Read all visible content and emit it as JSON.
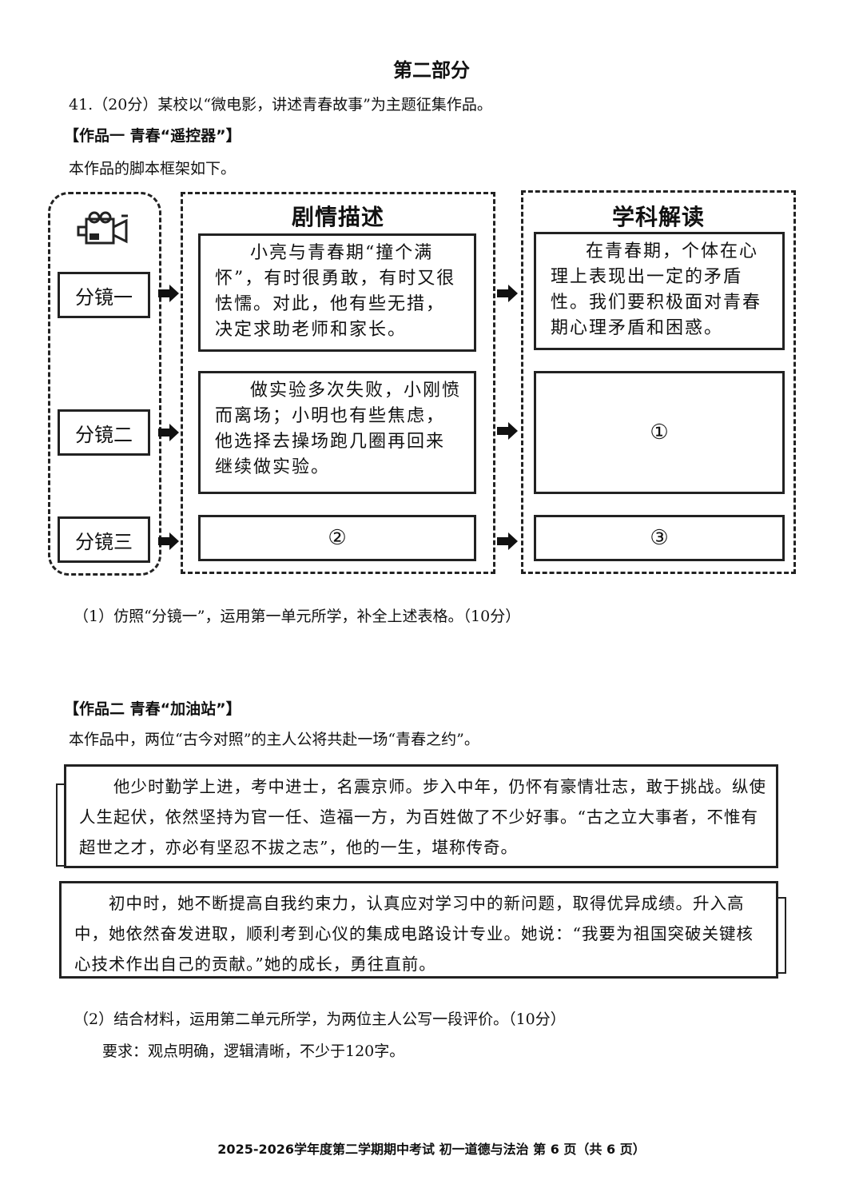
{
  "section_title": "第二部分",
  "question": {
    "stem": "41.（20分）某校以“微电影，讲述青春故事”为主题征集作品。"
  },
  "work1": {
    "title": "【作品一  青春“遥控器”】",
    "intro": "本作品的脚本框架如下。",
    "camera_icon": "video-camera-icon",
    "columns": {
      "plot": "剧情描述",
      "analysis": "学科解读"
    },
    "scenes": [
      {
        "label": "分镜一",
        "plot": "小亮与青春期“撞个满怀”，有时很勇敢，有时又很怯懦。对此，他有些无措，决定求助老师和家长。",
        "analysis": "在青春期，个体在心理上表现出一定的矛盾性。我们要积极面对青春期心理矛盾和困惑。"
      },
      {
        "label": "分镜二",
        "plot": "做实验多次失败，小刚愤而离场；小明也有些焦虑，他选择去操场跑几圈再回来继续做实验。",
        "analysis": "①"
      },
      {
        "label": "分镜三",
        "plot": "②",
        "analysis": "③"
      }
    ],
    "sub_question": "（1）仿照“分镜一”，运用第一单元所学，补全上述表格。（10分）"
  },
  "work2": {
    "title": "【作品二  青春“加油站”】",
    "intro": "本作品中，两位“古今对照”的主人公将共赴一场“青春之约”。",
    "passages": [
      "他少时勤学上进，考中进士，名震京师。步入中年，仍怀有豪情壮志，敢于挑战。纵使人生起伏，依然坚持为官一任、造福一方，为百姓做了不少好事。“古之立大事者，不惟有超世之才，亦必有坚忍不拔之志”，他的一生，堪称传奇。",
      "初中时，她不断提高自我约束力，认真应对学习中的新问题，取得优异成绩。升入高中，她依然奋发进取，顺利考到心仪的集成电路设计专业。她说：“我要为祖国突破关键核心技术作出自己的贡献。”她的成长，勇往直前。"
    ],
    "sub_question": "（2）结合材料，运用第二单元所学，为两位主人公写一段评价。（10分）",
    "requirement": "要求：观点明确，逻辑清晰，不少于120字。"
  },
  "footer": "2025-2026学年度第二学期期中考试  初一道德与法治   第 6 页（共 6 页）"
}
